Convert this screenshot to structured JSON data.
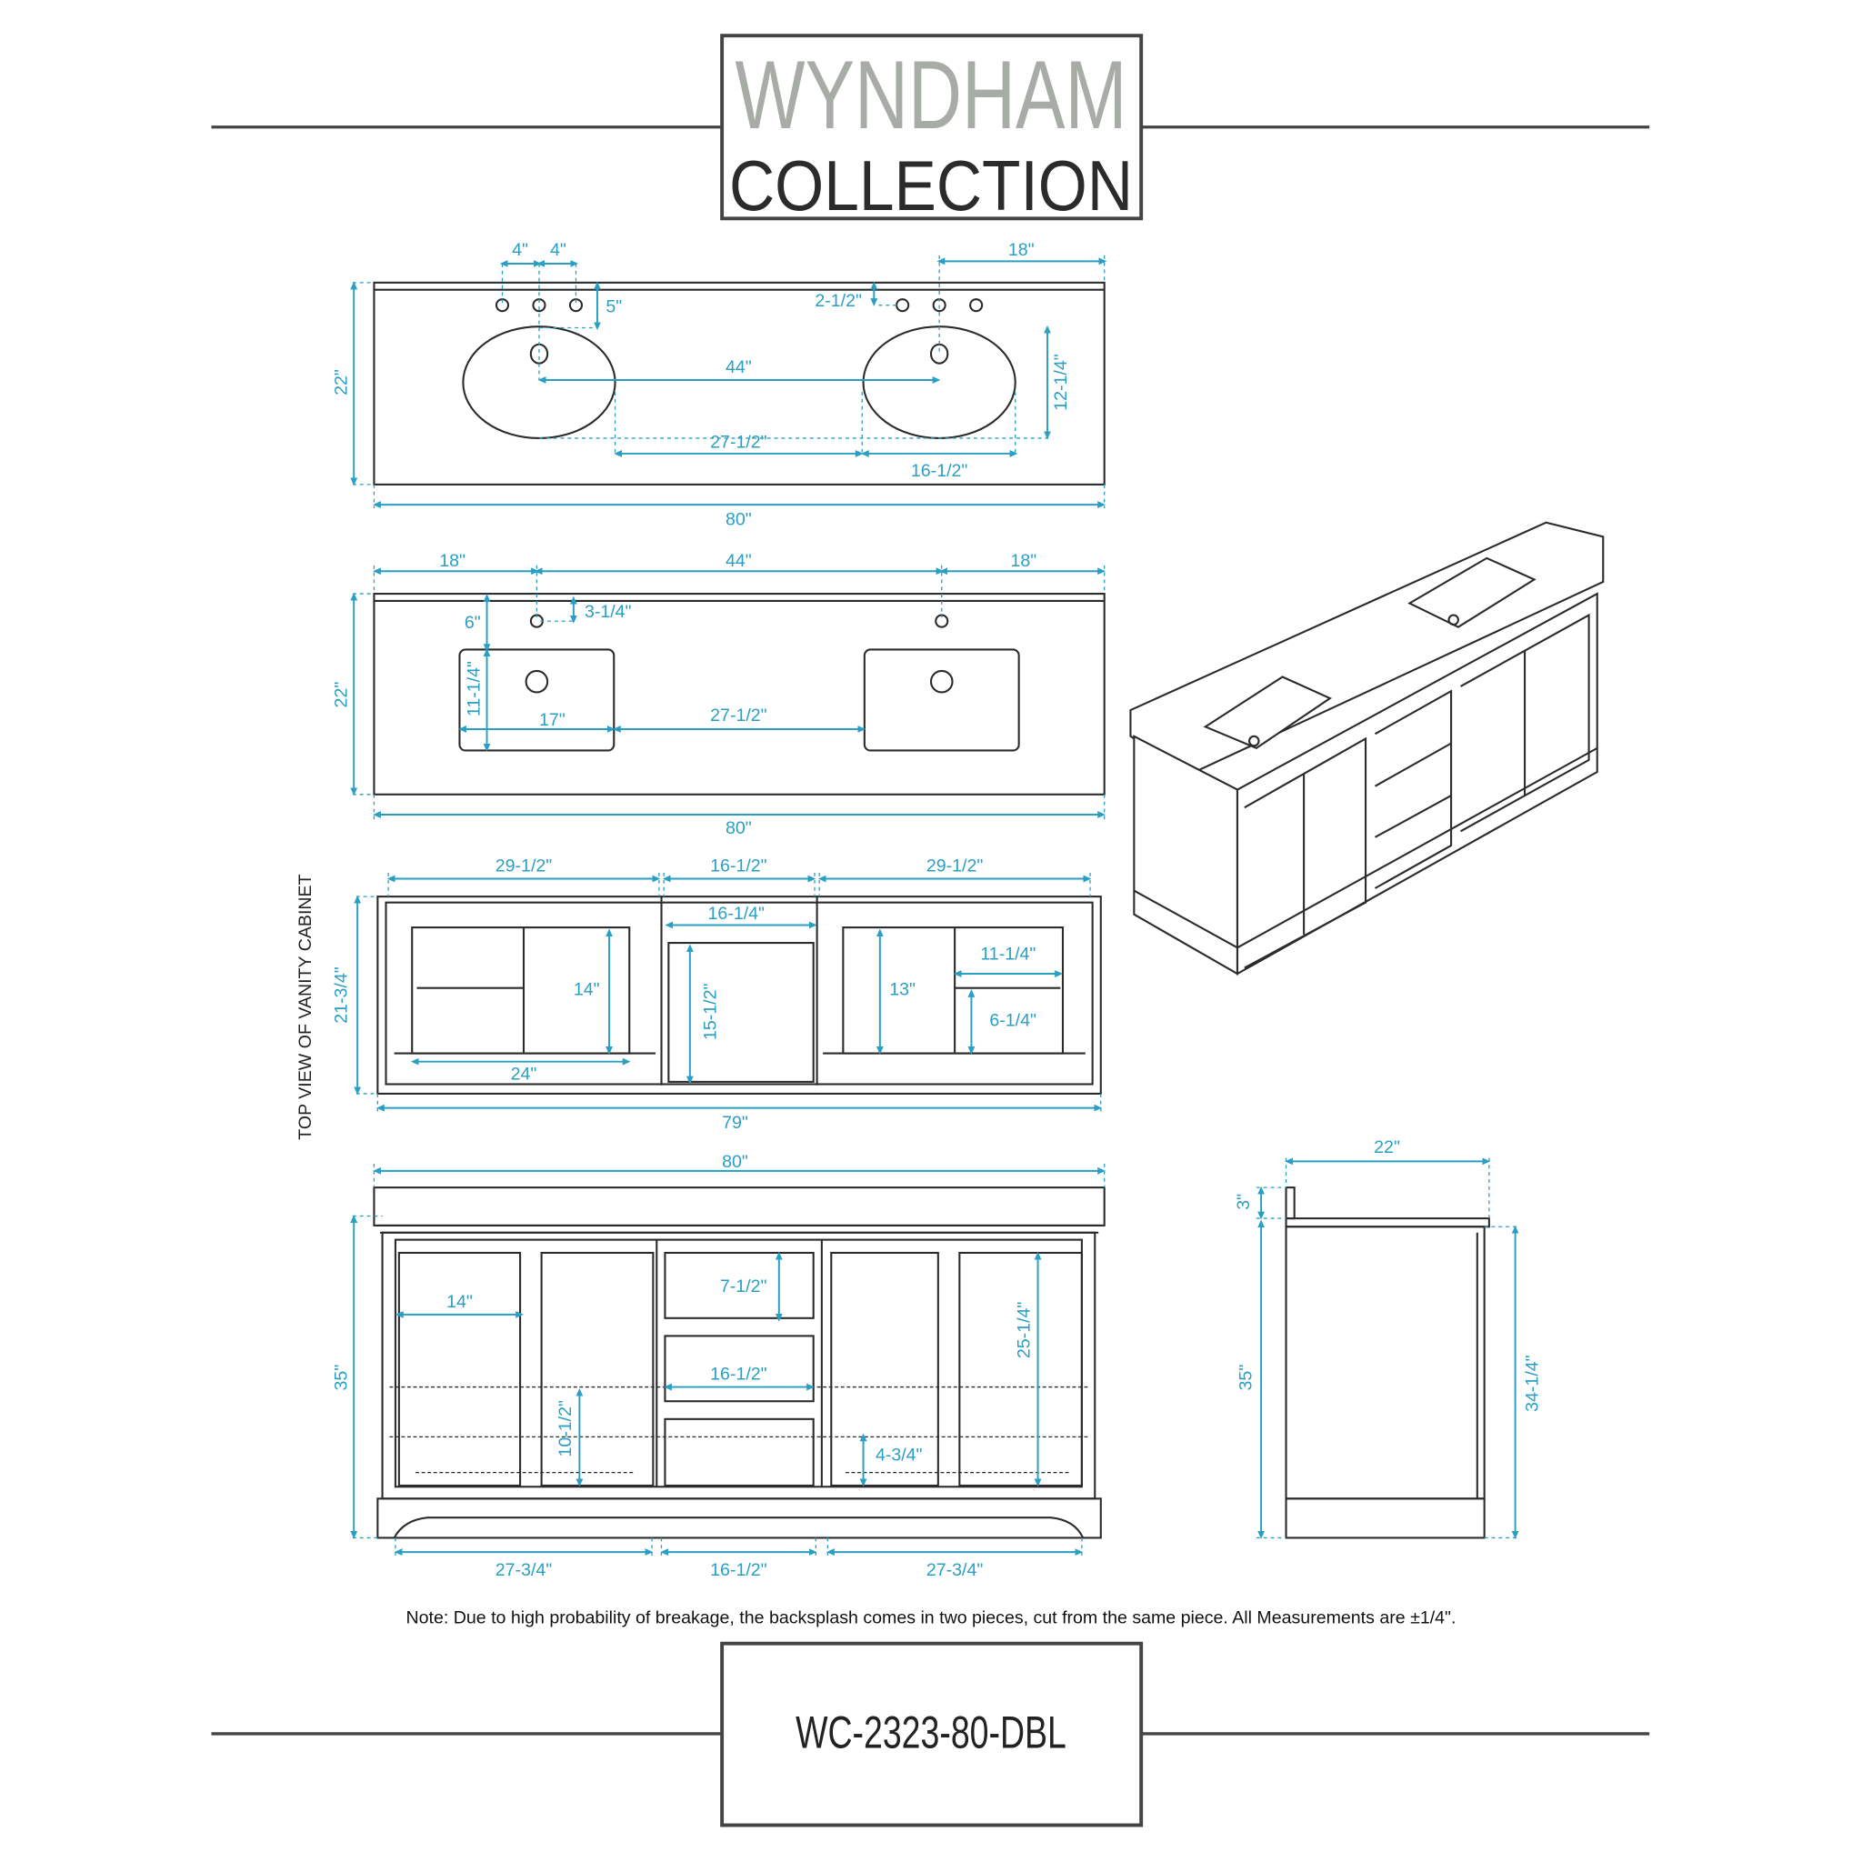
{
  "brand": {
    "line1": "WYNDHAM",
    "line2": "COLLECTION"
  },
  "colors": {
    "dimension": "#2a9fc4",
    "logo_grey": "#a8aca6",
    "line": "#2b2b2b"
  },
  "oval_top": {
    "faucet_spacing_a": "4\"",
    "faucet_spacing_b": "4\"",
    "edge_to_faucet": "18\"",
    "faucet_depth": "5\"",
    "splash_offset": "2-1/2\"",
    "center_to_center": "44\"",
    "bowl_depth": "12-1/4\"",
    "gap": "27-1/2\"",
    "bowl_width": "16-1/2\"",
    "depth": "22\"",
    "width": "80\""
  },
  "rect_top": {
    "left": "18\"",
    "center": "44\"",
    "right": "18\"",
    "faucet_offset": "3-1/4\"",
    "faucet_depth": "6\"",
    "bowl_depth": "11-1/4\"",
    "bowl_width": "17\"",
    "gap": "27-1/2\"",
    "depth": "22\"",
    "width": "80\""
  },
  "cabinet_top": {
    "side_label": "TOP VIEW OF VANITY CABINET",
    "left": "29-1/2\"",
    "center": "16-1/2\"",
    "right": "29-1/2\"",
    "drawer_width": "16-1/4\"",
    "left_height": "14\"",
    "drawer_depth": "15-1/2\"",
    "right_height": "13\"",
    "shelf_width": "11-1/4\"",
    "shelf_height": "6-1/4\"",
    "left_width": "24\"",
    "depth": "21-3/4\"",
    "width": "79\""
  },
  "front": {
    "width": "80\"",
    "door_width": "14\"",
    "drawer_height": "7-1/2\"",
    "drawer_width": "16-1/2\"",
    "opening_height": "25-1/4\"",
    "shelf_height": "10-1/2\"",
    "toe": "4-3/4\"",
    "height": "35\"",
    "left": "27-3/4\"",
    "center": "16-1/2\"",
    "right": "27-3/4\""
  },
  "side": {
    "depth": "22\"",
    "splash": "3\"",
    "height": "35\"",
    "cabinet_height": "34-1/4\""
  },
  "note": "Note: Due to high probability of breakage, the backsplash comes in two pieces, cut from the same piece. All Measurements are ±1/4\".",
  "model": "WC-2323-80-DBL"
}
